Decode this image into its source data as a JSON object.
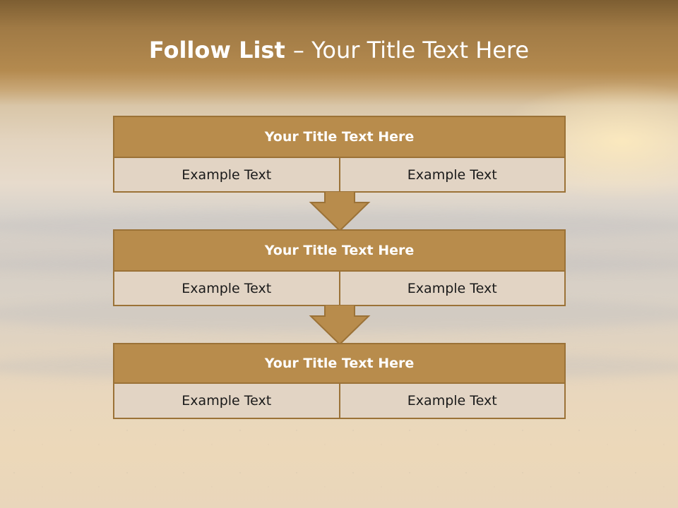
{
  "slide": {
    "title_bold": "Follow List ",
    "title_rest": " – Your Title Text Here"
  },
  "steps": [
    {
      "title": "Your Title Text Here",
      "left": "Example Text",
      "right": "Example Text"
    },
    {
      "title": "Your Title Text Here",
      "left": "Example Text",
      "right": "Example Text"
    },
    {
      "title": "Your Title Text Here",
      "left": "Example Text",
      "right": "Example Text"
    }
  ],
  "colors": {
    "header_fill": "#b88c4c",
    "border": "#9b7237",
    "cell_fill": "#e2d4c4",
    "title_text": "#ffffff"
  }
}
